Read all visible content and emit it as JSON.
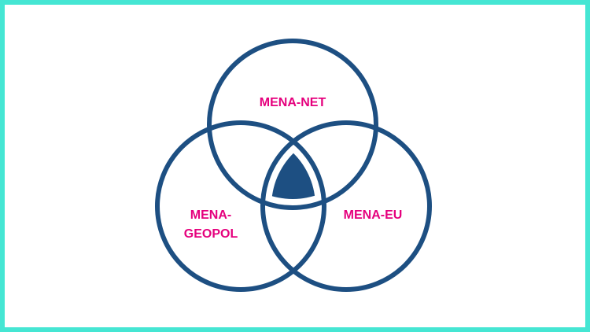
{
  "diagram": {
    "type": "venn",
    "sets": [
      {
        "label": "MENA-NET"
      },
      {
        "label_lines": [
          "MENA-",
          "GEOPOL"
        ]
      },
      {
        "label": "MENA-EU"
      }
    ],
    "colors": {
      "border": "#45e6d3",
      "circle": "#1d4f82",
      "label": "#e5007d"
    }
  }
}
